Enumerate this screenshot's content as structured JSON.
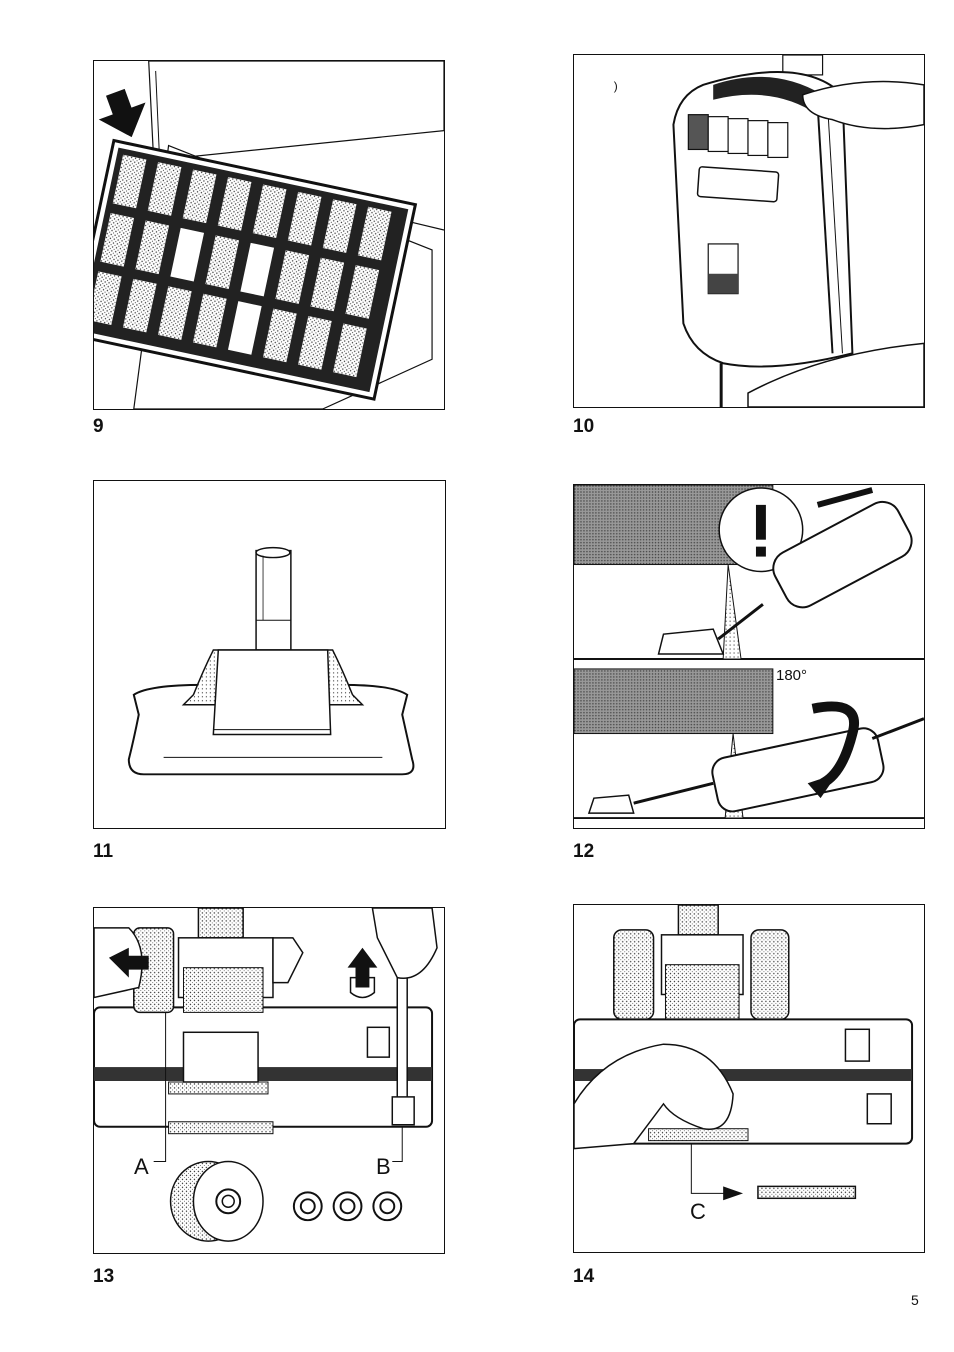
{
  "figures": [
    {
      "number": "9"
    },
    {
      "number": "10"
    },
    {
      "number": "11"
    },
    {
      "number": "12",
      "annotation": "180°"
    },
    {
      "number": "13",
      "labels": [
        "A",
        "B"
      ]
    },
    {
      "number": "14",
      "labels": [
        "C"
      ]
    }
  ],
  "page_number": "5"
}
